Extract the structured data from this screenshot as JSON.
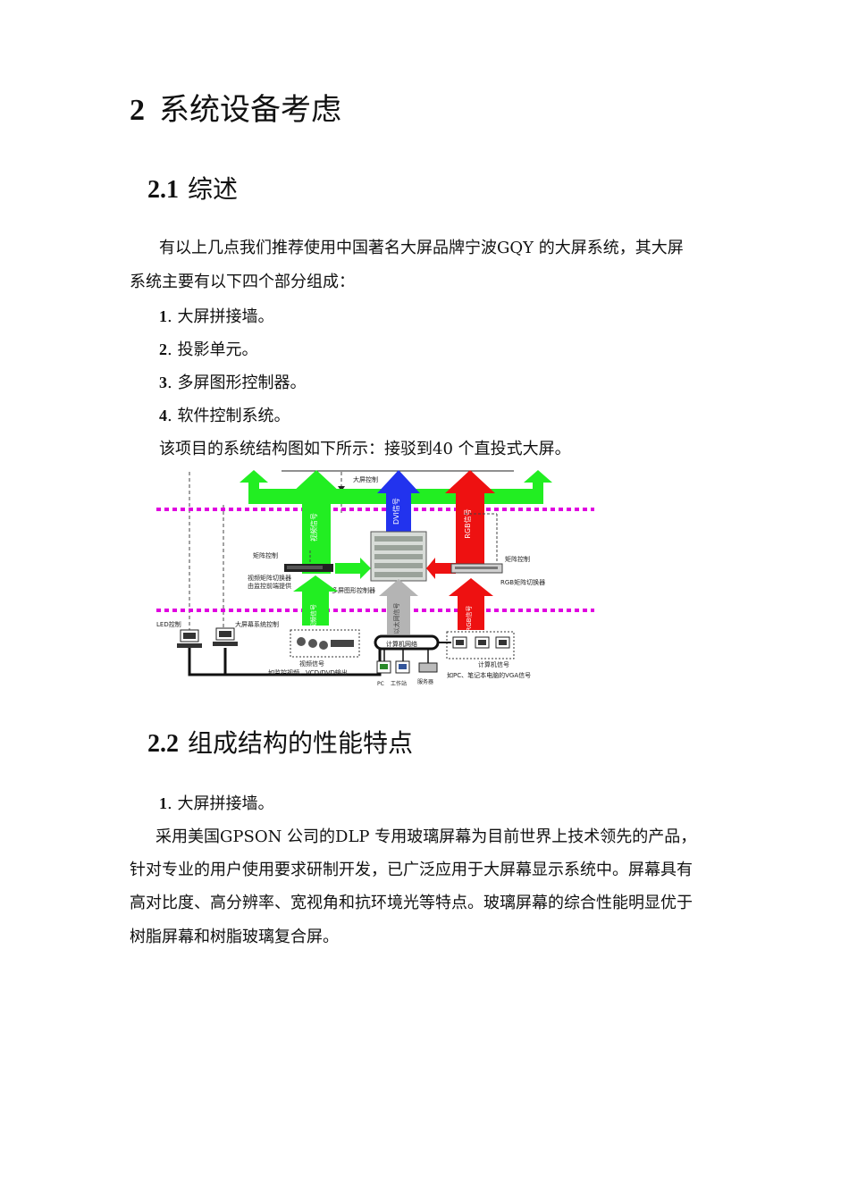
{
  "section": {
    "number": "2",
    "title": "系统设备考虑"
  },
  "s21": {
    "number": "2.1",
    "title": "综述"
  },
  "intro": {
    "line1": "有以上几点我们推荐使用中国著名大屏品牌宁波GQY 的大屏系统，其大屏",
    "line2": "系统主要有以下四个部分组成："
  },
  "list": [
    {
      "n": "1",
      "text": ". 大屏拼接墙。"
    },
    {
      "n": "2",
      "text": ". 投影单元。"
    },
    {
      "n": "3",
      "text": ". 多屏图形控制器。"
    },
    {
      "n": "4",
      "text": ". 软件控制系统。"
    }
  ],
  "diagram_caption": "该项目的系统结构图如下所示：接驳到40 个直投式大屏。",
  "diagram": {
    "labels": {
      "big_screen_control": "大屏控制",
      "matrix_control_left": "矩阵控制",
      "matrix_control_right": "矩阵控制",
      "video_matrix_1": "视频矩阵切换器",
      "video_matrix_2": "由监控前端提供",
      "multi_screen_ctrl": "多屏图形控制器",
      "rgb_matrix": "RGB矩阵切换器",
      "led_control": "LED控制",
      "big_screen_sys_control": "大屏幕系统控制",
      "computer_network": "计算机网络",
      "video_signal": "视频信号",
      "video_signal_sub": "如监控视频、VCD/DVD输出",
      "computer_signal": "计算机信号",
      "computer_signal_sub": "如PC、笔记本电脑的VGA信号",
      "pc": "PC",
      "workstation": "工作站",
      "server": "服务器",
      "arrow_video": "视频信号",
      "arrow_dvi": "DVI信号",
      "arrow_rgb": "RGB信号",
      "arrow_network": "以太网信号",
      "arrow_video_low": "视频信号",
      "arrow_rgb_low": "RGB信号"
    },
    "colors": {
      "green": "#22ee22",
      "blue": "#2233ee",
      "red": "#ee1111",
      "grey": "#b4b4b4",
      "magenta": "#e000e0"
    }
  },
  "s22": {
    "number": "2.2",
    "title": "组成结构的性能特点"
  },
  "s22_item": {
    "n": "1",
    "text": ". 大屏拼接墙。"
  },
  "para": {
    "line1": "采用美国GPSON 公司的DLP 专用玻璃屏幕为目前世界上技术领先的产品，",
    "line2": "针对专业的用户使用要求研制开发，已广泛应用于大屏幕显示系统中。屏幕具有",
    "line3": "高对比度、高分辨率、宽视角和抗环境光等特点。玻璃屏幕的综合性能明显优于",
    "line4": "树脂屏幕和树脂玻璃复合屏。"
  }
}
